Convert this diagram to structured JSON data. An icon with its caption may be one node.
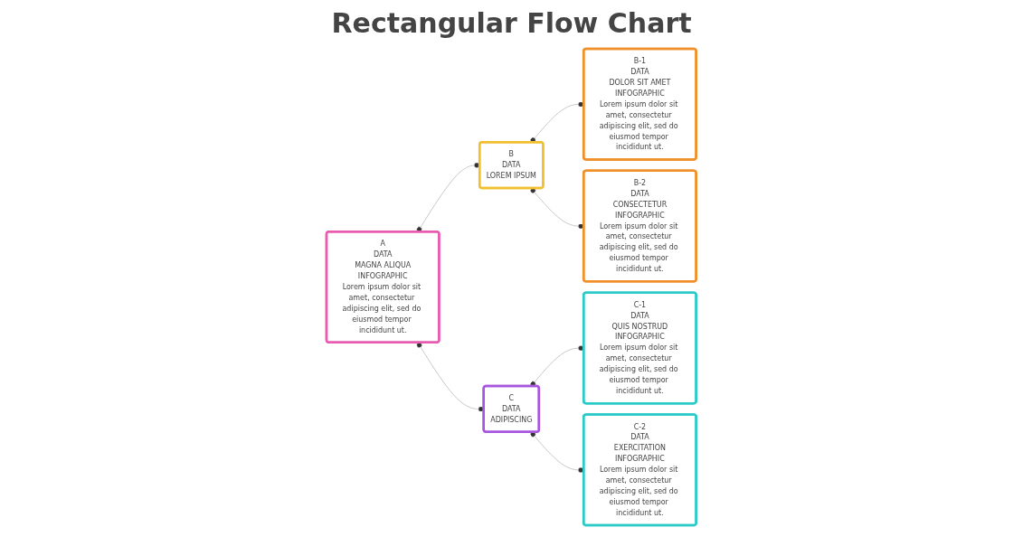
{
  "diagram": {
    "title": "Rectangular Flow Chart",
    "nodes": [
      {
        "text": [
          "A",
          "DATA",
          "MAGNA ALIQUA",
          "INFOGRAPHIC",
          "Lorem ipsum dolor sit amet, consectetur adipiscing elit, sed do eiusmod tempor incididunt ut."
        ]
      },
      {
        "text": [
          "B",
          "DATA",
          "LOREM IPSUM"
        ]
      },
      {
        "text": [
          "B-1",
          "DATA",
          "DOLOR SIT AMET",
          "INFOGRAPHIC",
          "Lorem ipsum dolor sit amet, consectetur adipiscing elit, sed do eiusmod tempor incididunt ut."
        ]
      },
      {
        "text": [
          "B-2",
          "DATA",
          "CONSECTETUR",
          "INFOGRAPHIC",
          "Lorem ipsum dolor sit amet, consectetur adipiscing elit, sed do eiusmod tempor incididunt ut."
        ]
      },
      {
        "text": [
          "C",
          "DATA",
          "ADIPISCING"
        ]
      },
      {
        "text": [
          "C-1",
          "DATA",
          "QUIS NOSTRUD",
          "INFOGRAPHIC",
          "Lorem ipsum dolor sit amet, consectetur adipiscing elit, sed do eiusmod tempor incididunt ut."
        ]
      },
      {
        "text": [
          "C-2",
          "DATA",
          "EXERCITATION",
          "INFOGRAPHIC",
          "Lorem ipsum dolor sit amet, consectetur adipiscing elit, sed do eiusmod tempor incididunt ut."
        ]
      }
    ],
    "edges": [
      {
        "from": 0,
        "to": 1,
        "arrow": "other"
      },
      {
        "from": 0,
        "to": 4,
        "arrow": "other"
      },
      {
        "from": 1,
        "to": 2,
        "arrow": "other"
      },
      {
        "from": 1,
        "to": 3,
        "arrow": "other"
      },
      {
        "from": 4,
        "to": 5,
        "arrow": "other"
      },
      {
        "from": 4,
        "to": 6,
        "arrow": "other"
      }
    ]
  }
}
